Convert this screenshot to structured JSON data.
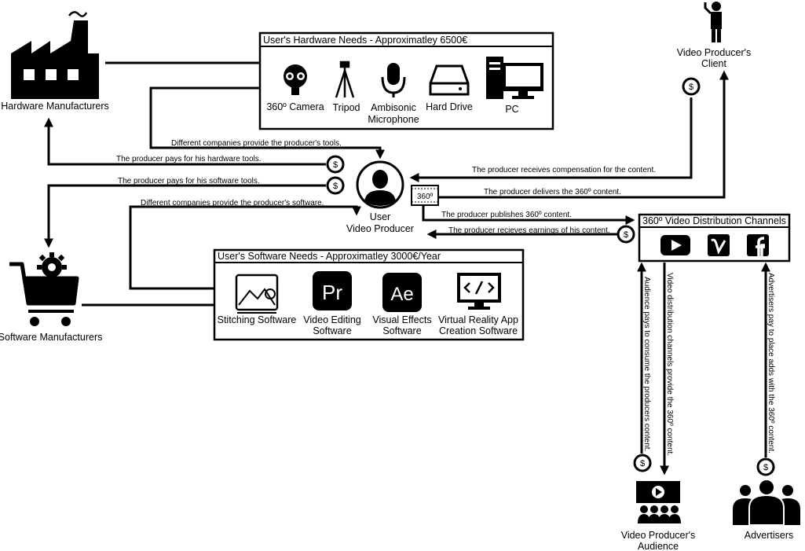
{
  "actors": {
    "hardware_manufacturers": "Hardware Manufacturers",
    "software_manufacturers": "Software Manufacturers",
    "user": [
      "User",
      "Video Producer"
    ],
    "client": [
      "Video Producer's",
      "Client"
    ],
    "audience": [
      "Video Producer's",
      "Audience"
    ],
    "advertisers": "Advertisers"
  },
  "hardware_box": {
    "title": "User's Hardware Needs  -  Approximatley 6500€",
    "items": [
      {
        "icon": "camera-360-icon",
        "label": [
          "360º Camera"
        ]
      },
      {
        "icon": "tripod-icon",
        "label": [
          "Tripod"
        ]
      },
      {
        "icon": "microphone-icon",
        "label": [
          "Ambisonic",
          "Microphone"
        ]
      },
      {
        "icon": "hard-drive-icon",
        "label": [
          "Hard Drive"
        ]
      },
      {
        "icon": "pc-icon",
        "label": [
          "PC"
        ]
      }
    ]
  },
  "software_box": {
    "title": "User's Software Needs  -  Approximatley 3000€/Year",
    "items": [
      {
        "icon": "stitching-icon",
        "label": [
          "Stitching Software"
        ]
      },
      {
        "icon": "premiere-icon",
        "label": [
          "Video Editing",
          "Software"
        ],
        "glyph": "Pr"
      },
      {
        "icon": "after-effects-icon",
        "label": [
          "Visual Effects",
          "Software"
        ],
        "glyph": "Ae"
      },
      {
        "icon": "code-screen-icon",
        "label": [
          "Virtual Reality App",
          "Creation Software"
        ]
      }
    ]
  },
  "distribution_box": {
    "title": "360º Video Distribution Channels",
    "channels": [
      "youtube-icon",
      "vimeo-icon",
      "facebook-icon"
    ]
  },
  "content_badge": "360º",
  "flows": {
    "hw_provide": "Different companies provide the producer's tools.",
    "hw_pay": "The producer pays for his hardware tools.",
    "sw_pay": "The producer pays for his software tools.",
    "sw_provide": "Different companies provide the producer's software.",
    "client_comp": "The producer receives compensation for the content.",
    "client_deliver": "The producer delivers the 360º content.",
    "publish": "The producer publishes 360º content.",
    "earnings": "The producer recieves earnings of his content.",
    "audience_pay": "Audience pays to consume the producers content.",
    "dist_provide": "Video distribution channels provide the 360º content.",
    "adv_pay": "Advertisers pay to place adds with the 360º content."
  },
  "dollar_symbol": "$"
}
